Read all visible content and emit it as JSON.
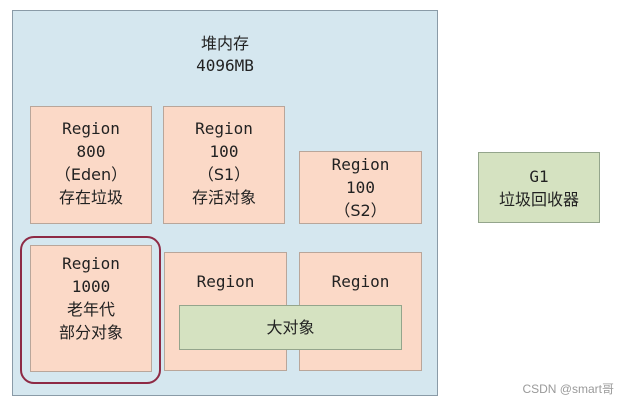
{
  "heap": {
    "title": "堆内存",
    "size": "4096MB"
  },
  "regions": [
    {
      "lines": [
        "Region",
        "800",
        "（Eden）",
        "存在垃圾"
      ]
    },
    {
      "lines": [
        "Region",
        "100",
        "（S1）",
        "存活对象"
      ]
    },
    {
      "lines": [
        "Region",
        "100",
        "（S2）"
      ]
    },
    {
      "lines": [
        "Region",
        "1000",
        "老年代",
        "部分对象"
      ]
    },
    {
      "lines": [
        "Region"
      ]
    },
    {
      "lines": [
        "Region"
      ]
    }
  ],
  "humongous": {
    "label": "大对象"
  },
  "gc": {
    "lines": [
      "G1",
      "垃圾回收器"
    ]
  },
  "watermark": "CSDN @smart哥",
  "colors": {
    "heap_fill": "#d5e7ef",
    "region_fill": "#fbd9c7",
    "green_fill": "#d5e2c1",
    "highlight_outline": "#8e2a45"
  }
}
